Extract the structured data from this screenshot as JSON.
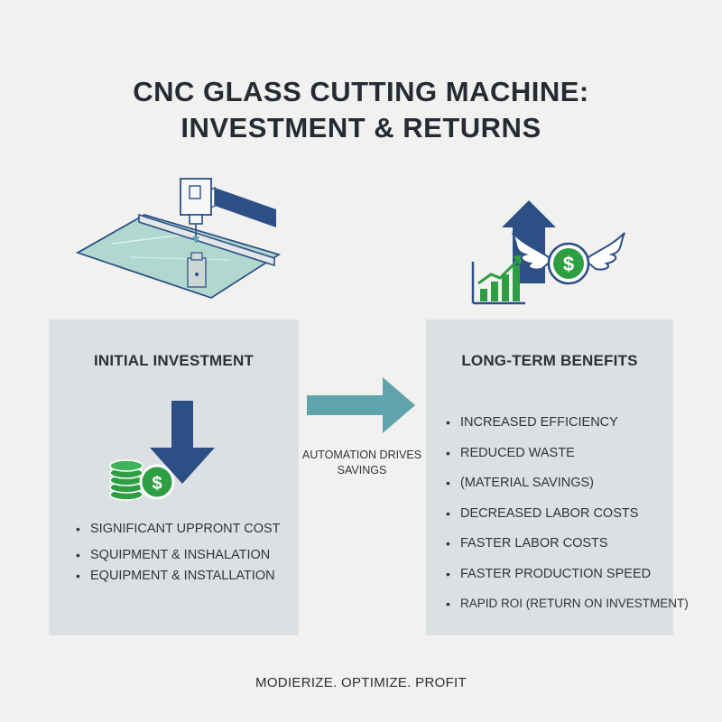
{
  "title": {
    "line1": "CNC GLASS CUTTING MACHINE:",
    "line2": "INVESTMENT & RETURNS"
  },
  "icons": {
    "machine": "cnc-glass-cutter-icon",
    "growth": "growth-chart-icon",
    "flying_money": "flying-dollar-icon",
    "coins": "coin-stack-icon",
    "down_arrow": "down-arrow-icon",
    "right_arrow": "right-arrow-icon"
  },
  "colors": {
    "navy": "#2c4f86",
    "green": "#2e9e43",
    "teal": "#5fa3ad",
    "panel": "#dde0e2",
    "glass": "#8fc6b9"
  },
  "initial": {
    "heading": "INITIAL INVESTMENT",
    "items": [
      "SIGNIFICANT UPPRONT COST",
      "SQUIPMENT & INSHALATION",
      "EQUIPMENT & INSTALLATION"
    ]
  },
  "middle": {
    "line1": "AUTOMATION DRIVES",
    "line2": "SAVINGS"
  },
  "benefits": {
    "heading": "LONG-TERM BENEFITS",
    "items": [
      "INCREASED EFFICIENCY",
      "REDUCED WASTE",
      "(MATERIAL SAVINGS)",
      "DECREASED LABOR COSTS",
      "FASTER LABOR COSTS",
      "FASTER PRODUCTION SPEED",
      "RAPID ROI (RETURN ON INVESTMENT)"
    ]
  },
  "footer": "MODIERIZE. OPTIMIZE. PROFIT"
}
